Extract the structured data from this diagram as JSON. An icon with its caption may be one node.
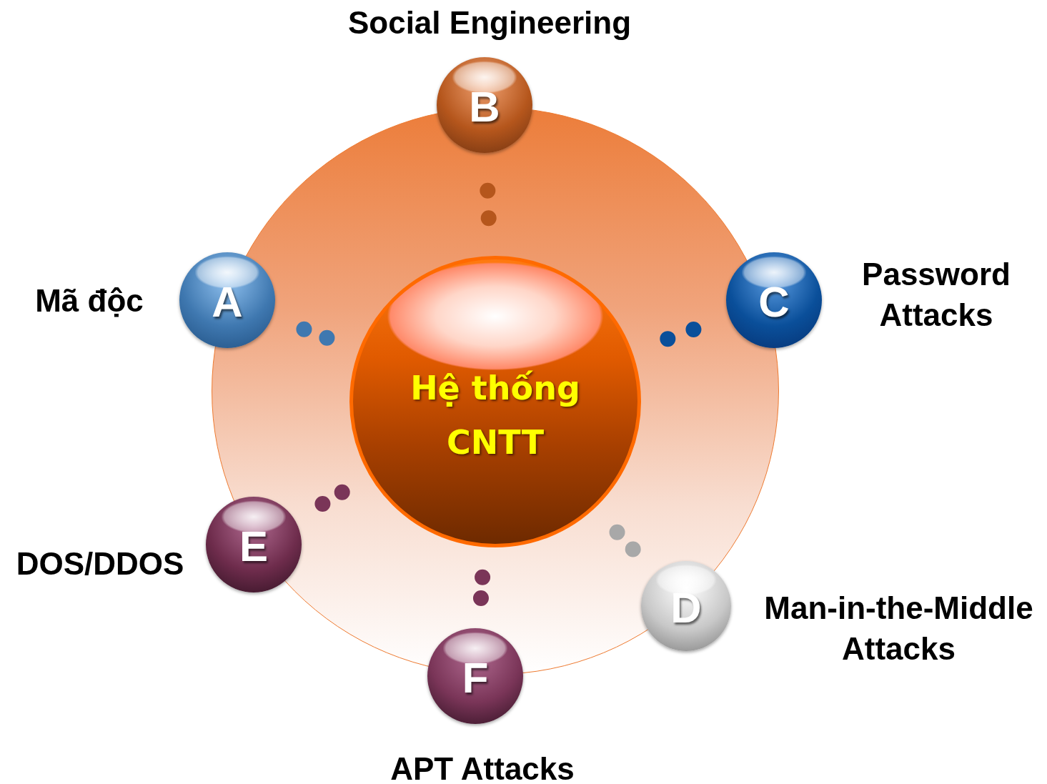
{
  "diagram": {
    "nodes": [
      {
        "text": [
          "Hệ thống CNTT"
        ]
      },
      {
        "text": [
          "A"
        ],
        "beside": [
          "Mã độc"
        ]
      },
      {
        "text": [
          "B"
        ],
        "beside": [
          "Social Engineering"
        ]
      },
      {
        "text": [
          "C"
        ],
        "beside": [
          "Password Attacks"
        ]
      },
      {
        "text": [
          "D"
        ],
        "beside": [
          "Man-in-the-Middle Attacks"
        ]
      },
      {
        "text": [
          "E"
        ],
        "beside": [
          "DOS/DDOS"
        ]
      },
      {
        "text": [
          "F"
        ],
        "beside": [
          "APT Attacks"
        ]
      }
    ],
    "edges": [
      {
        "from": 1,
        "to": 0,
        "arrow": "none",
        "style": "dashed",
        "color": "#3f78b0"
      },
      {
        "from": 2,
        "to": 0,
        "arrow": "none",
        "style": "dashed",
        "color": "#b5561c"
      },
      {
        "from": 3,
        "to": 0,
        "arrow": "none",
        "style": "dashed",
        "color": "#0a4f9a"
      },
      {
        "from": 4,
        "to": 0,
        "arrow": "none",
        "style": "dashed",
        "color": "#a8a8a8"
      },
      {
        "from": 5,
        "to": 0,
        "arrow": "none",
        "style": "dashed",
        "color": "#7a3558"
      },
      {
        "from": 6,
        "to": 0,
        "arrow": "none",
        "style": "dashed",
        "color": "#7a3558"
      }
    ]
  }
}
